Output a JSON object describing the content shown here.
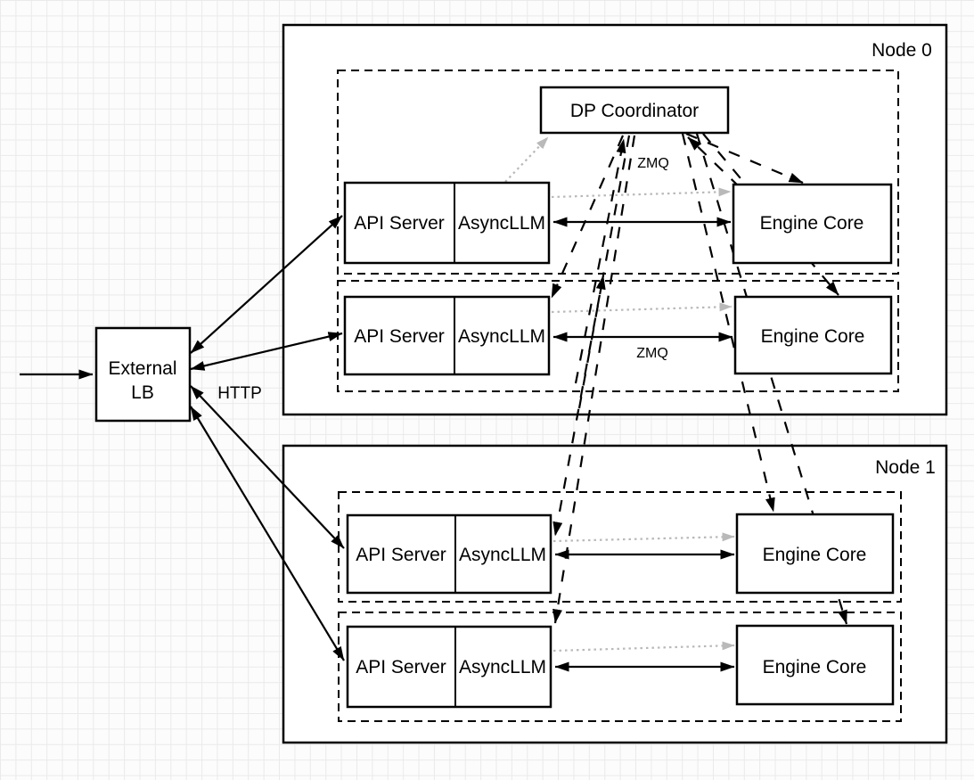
{
  "diagram": {
    "external_lb": {
      "line1": "External",
      "line2": "LB"
    },
    "coordinator": {
      "label": "DP Coordinator"
    },
    "labels": {
      "http": "HTTP",
      "zmq_top": "ZMQ",
      "zmq_bottom": "ZMQ"
    },
    "nodes": [
      {
        "label": "Node 0",
        "rows": [
          {
            "api_server": "API Server",
            "async_llm": "AsyncLLM",
            "engine_core": "Engine Core"
          },
          {
            "api_server": "API Server",
            "async_llm": "AsyncLLM",
            "engine_core": "Engine Core"
          }
        ]
      },
      {
        "label": "Node 1",
        "rows": [
          {
            "api_server": "API Server",
            "async_llm": "AsyncLLM",
            "engine_core": "Engine Core"
          },
          {
            "api_server": "API Server",
            "async_llm": "AsyncLLM",
            "engine_core": "Engine Core"
          }
        ]
      }
    ],
    "colors": {
      "line": "#000000",
      "dotted_line": "#b9b9b9",
      "box_fill": "#ffffff",
      "grid_line": "#eaeaea",
      "page_background": "#fcfcfc"
    }
  }
}
